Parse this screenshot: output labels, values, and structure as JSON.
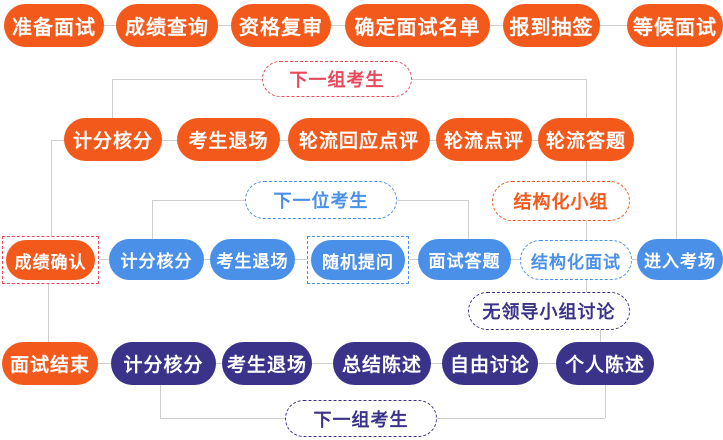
{
  "palette": {
    "orange": "#F4591C",
    "blue": "#4A90E8",
    "navy": "#3B3389",
    "red": "#E8495B",
    "connector_gray": "#CFCFCF",
    "background": "#FFFFFF"
  },
  "nodes": {
    "prepare_interview": "准备面试",
    "score_inquiry": "成绩查询",
    "qualification_review": "资格复审",
    "confirm_interview_list": "确定面试名单",
    "checkin_lottery": "报到抽签",
    "wait_interview": "等候面试",
    "next_group_top": "下一组考生",
    "score_check_1": "计分核分",
    "candidate_exit_1": "考生退场",
    "respond_comments_in_turn": "轮流回应点评",
    "comment_in_turn": "轮流点评",
    "answer_in_turn": "轮流答题",
    "next_candidate": "下一位考生",
    "structured_group": "结构化小组",
    "score_confirm": "成绩确认",
    "score_check_2": "计分核分",
    "candidate_exit_2": "考生退场",
    "random_question": "随机提问",
    "interview_answer": "面试答题",
    "structured_interview": "结构化面试",
    "enter_room": "进入考场",
    "leaderless_group_discussion": "无领导小组讨论",
    "interview_end": "面试结束",
    "score_check_3": "计分核分",
    "candidate_exit_3": "考生退场",
    "summary_statement": "总结陈述",
    "free_discussion": "自由讨论",
    "personal_statement": "个人陈述",
    "next_group_bottom": "下一组考生"
  }
}
